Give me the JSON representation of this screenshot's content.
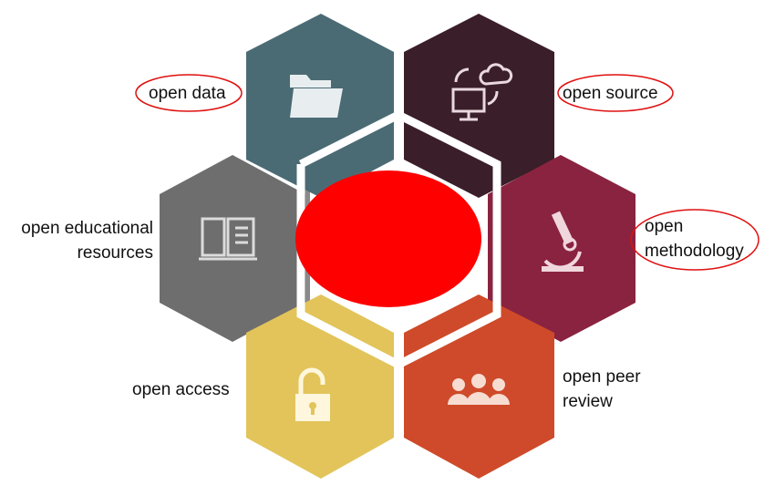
{
  "labels": {
    "open_data": "open data",
    "open_source": "open source",
    "open_methodology_line1": "open",
    "open_methodology_line2": "methodology",
    "open_educational_line1": "open educational",
    "open_educational_line2": "resources",
    "open_access": "open access",
    "open_peer_review_line1": "open peer",
    "open_peer_review_line2": "review"
  },
  "colors": {
    "open_data": "#4b6b74",
    "open_source": "#3a1e2a",
    "open_methodology": "#8a2340",
    "open_educational_resources": "#6e6e6e",
    "open_access": "#e2c45a",
    "open_peer_review": "#cf4a2a",
    "center_ellipse": "#ff0000",
    "highlight_ring": "#e01010"
  },
  "icons": {
    "open_data": "folder-icon",
    "open_source": "cloud-computer-sync-icon",
    "open_methodology": "microscope-icon",
    "open_educational_resources": "book-icon",
    "open_access": "unlocked-padlock-icon",
    "open_peer_review": "group-people-icon"
  },
  "highlighted": [
    "open data",
    "open source",
    "open methodology"
  ]
}
